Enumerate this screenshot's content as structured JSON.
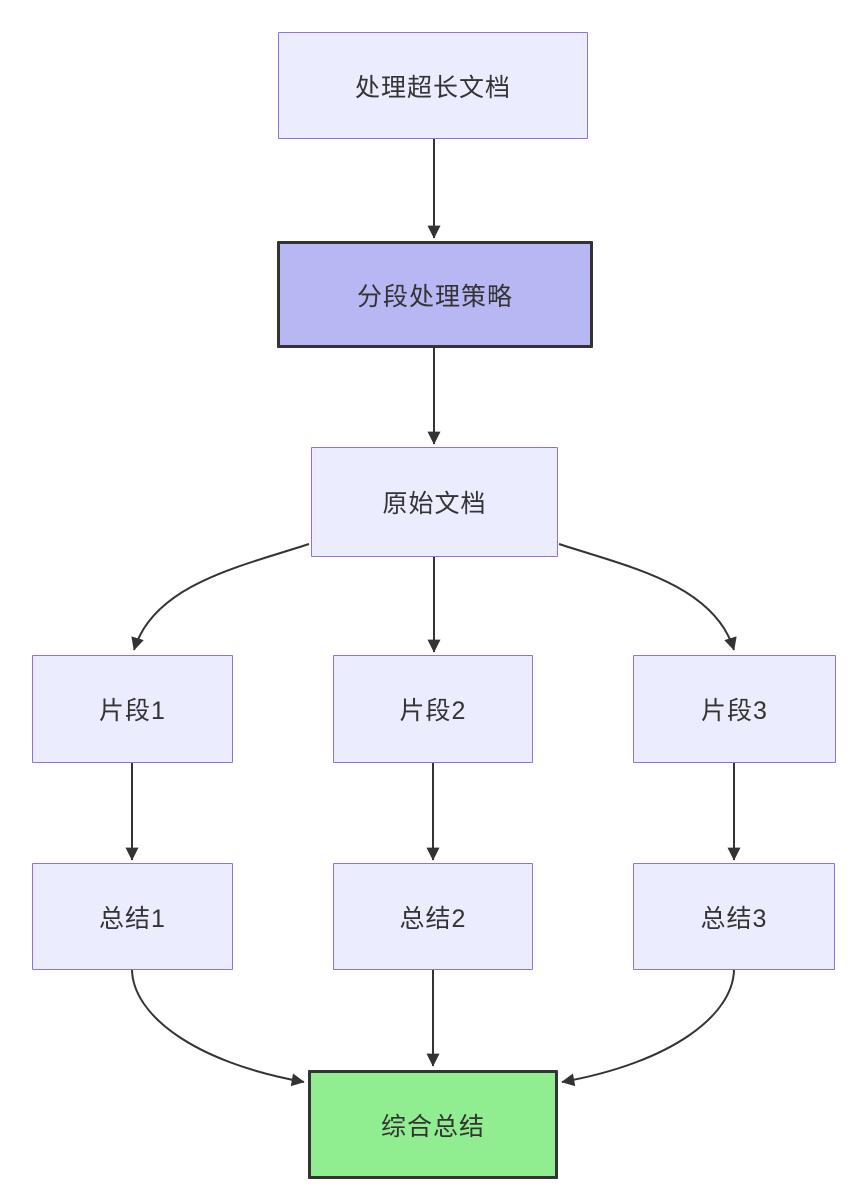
{
  "diagram": {
    "type": "flowchart-top-down",
    "nodes": {
      "A": {
        "label": "处理超长文档",
        "style": "default"
      },
      "B": {
        "label": "分段处理策略",
        "style": "emphasis"
      },
      "C": {
        "label": "原始文档",
        "style": "default"
      },
      "S1": {
        "label": "片段1",
        "style": "default"
      },
      "S2": {
        "label": "片段2",
        "style": "default"
      },
      "S3": {
        "label": "片段3",
        "style": "default"
      },
      "Z1": {
        "label": "总结1",
        "style": "default"
      },
      "Z2": {
        "label": "总结2",
        "style": "default"
      },
      "Z3": {
        "label": "总结3",
        "style": "default"
      },
      "F": {
        "label": "综合总结",
        "style": "success"
      }
    },
    "edges": [
      {
        "from": "A",
        "to": "B"
      },
      {
        "from": "B",
        "to": "C"
      },
      {
        "from": "C",
        "to": "S1"
      },
      {
        "from": "C",
        "to": "S2"
      },
      {
        "from": "C",
        "to": "S3"
      },
      {
        "from": "S1",
        "to": "Z1"
      },
      {
        "from": "S2",
        "to": "Z2"
      },
      {
        "from": "S3",
        "to": "Z3"
      },
      {
        "from": "Z1",
        "to": "F"
      },
      {
        "from": "Z2",
        "to": "F"
      },
      {
        "from": "Z3",
        "to": "F"
      }
    ],
    "colors": {
      "node_fill": "#ececff",
      "node_border": "#9370db",
      "emphasis_fill": "#b7b7f3",
      "emphasis_border": "#333333",
      "success_fill": "#90ee90",
      "success_border": "#333333",
      "edge": "#333333",
      "text": "#333333",
      "background": "#ffffff"
    }
  }
}
